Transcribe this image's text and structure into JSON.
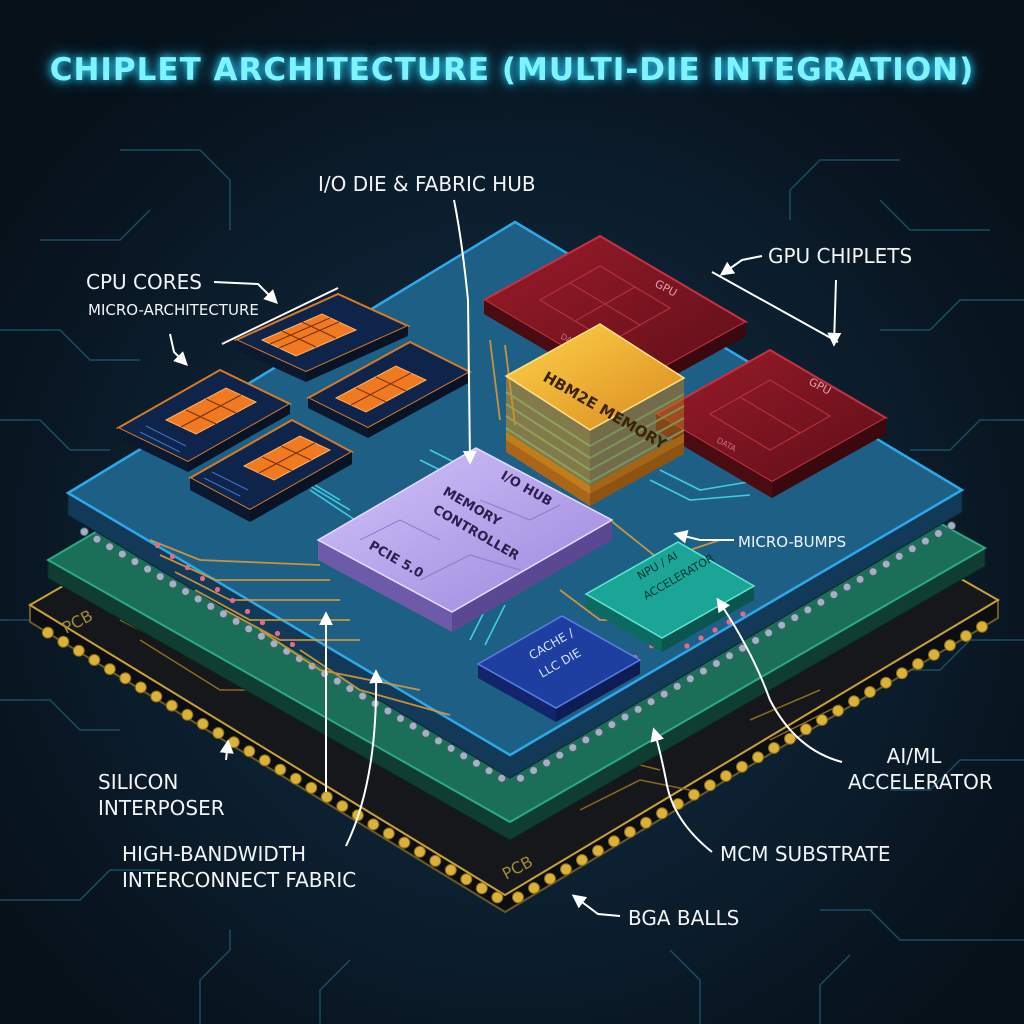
{
  "title": "CHIPLET ARCHITECTURE (MULTI-DIE INTEGRATION)",
  "callouts": {
    "io_die": "I/O DIE & FABRIC HUB",
    "cpu_cores": "CPU CORES",
    "cpu_sub": "MICRO-ARCHITECTURE",
    "gpu_chiplets": "GPU CHIPLETS",
    "micro_bumps": "MICRO-BUMPS",
    "silicon_interposer_1": "SILICON",
    "silicon_interposer_2": "INTERPOSER",
    "hbi_1": "HIGH-BANDWIDTH",
    "hbi_2": "INTERCONNECT FABRIC",
    "aiml_1": "AI/ML",
    "aiml_2": "ACCELERATOR",
    "mcm": "MCM SUBSTRATE",
    "bga": "BGA BALLS"
  },
  "die_text": {
    "gpu_a": "GPU",
    "gpu_b": "GPU",
    "gpu_a_tag": "DATA",
    "gpu_b_tag": "DATA",
    "hbm": "HBM2E MEMORY",
    "io_hub": "I/O HUB",
    "mem_ctrl_1": "MEMORY",
    "mem_ctrl_2": "CONTROLLER",
    "pcie": "PCIE 5.0",
    "npu_1": "NPU / AI",
    "npu_2": "ACCELERATOR",
    "cache_1": "CACHE /",
    "cache_2": "LLC DIE",
    "pcb_1": "PCB",
    "pcb_2": "PCB"
  },
  "colors": {
    "background": "#0b1622",
    "title_glow": "#7ff3ff",
    "pcb": "#15171b",
    "substrate": "#1b6f58",
    "interposer": "#1e5f86",
    "interposer_edge": "#2ea8e8",
    "cpu_die": "#14305e",
    "cpu_core": "#f07a22",
    "gpu_die": "#7e1420",
    "hbm": "#e8b52a",
    "io_die": "#b8a4ea",
    "npu": "#1aa596",
    "cache": "#1f3fa0",
    "solder_ball": "#d9b23a",
    "trace": "#d79a3a"
  }
}
